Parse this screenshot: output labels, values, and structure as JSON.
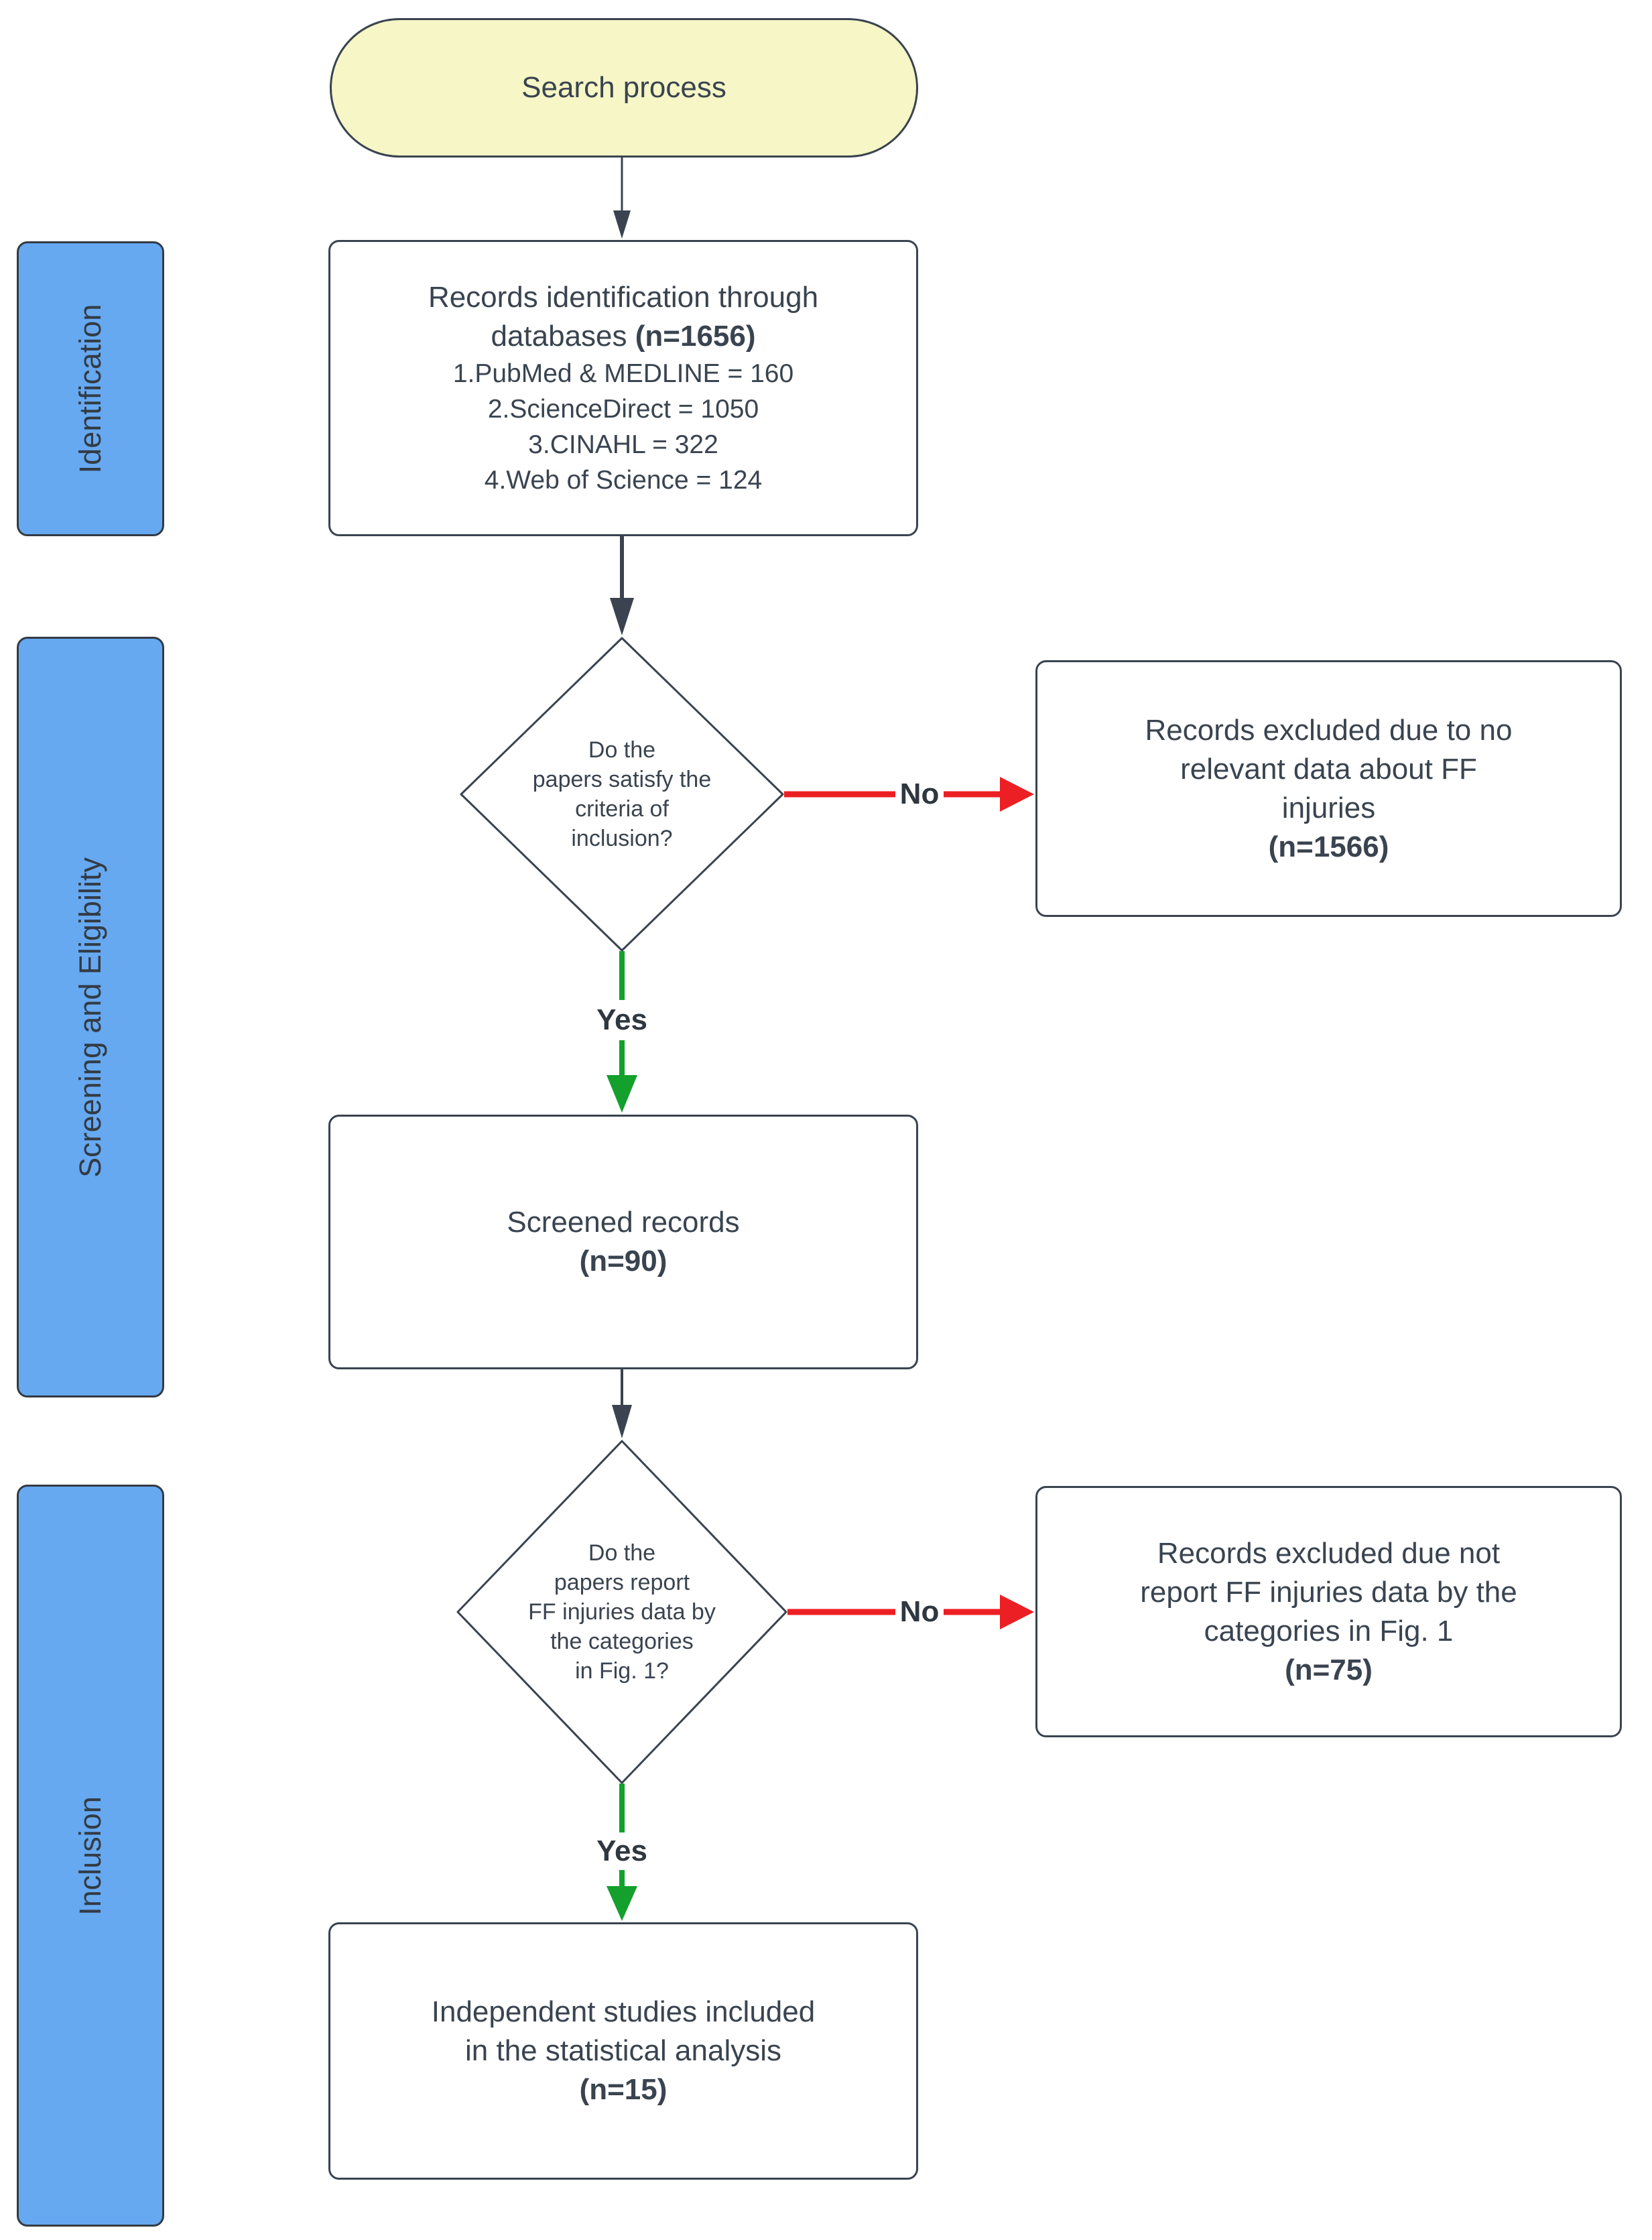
{
  "flowchart": {
    "start_label": "Search process",
    "sections": [
      {
        "label": "Identification"
      },
      {
        "label": "Screening and Eligibility"
      },
      {
        "label": "Inclusion"
      }
    ],
    "identification_box": {
      "title_line1": "Records identification through",
      "title_line2_text": "databases",
      "title_line2_count": "(n=1656)",
      "items": [
        "1.PubMed & MEDLINE = 160",
        "2.ScienceDirect = 1050",
        "3.CINAHL = 322",
        "4.Web of Science = 124"
      ]
    },
    "decision1": {
      "lines": [
        "Do the",
        "papers satisfy the",
        "criteria of",
        "inclusion?"
      ],
      "no_label": "No",
      "yes_label": "Yes"
    },
    "excluded1": {
      "lines": [
        "Records excluded due to no",
        "relevant data about FF",
        "injuries"
      ],
      "count": "(n=1566)"
    },
    "screened": {
      "label": "Screened records",
      "count": "(n=90)"
    },
    "decision2": {
      "lines": [
        "Do the",
        "papers report",
        "FF injuries data by",
        "the categories",
        "in Fig. 1?"
      ],
      "no_label": "No",
      "yes_label": "Yes"
    },
    "excluded2": {
      "lines": [
        "Records excluded due not",
        "report FF injuries data by the",
        "categories in Fig. 1"
      ],
      "count": "(n=75)"
    },
    "included": {
      "lines": [
        "Independent studies included",
        "in the statistical analysis"
      ],
      "count": "(n=15)"
    },
    "colors": {
      "section_fill": "#66A9F1",
      "start_fill": "#F6F6C6",
      "node_border": "#3A434F",
      "text": "#3A4450",
      "no_edge": "#EC2024",
      "yes_edge": "#14A02C",
      "neutral_edge": "#3A434F"
    }
  }
}
